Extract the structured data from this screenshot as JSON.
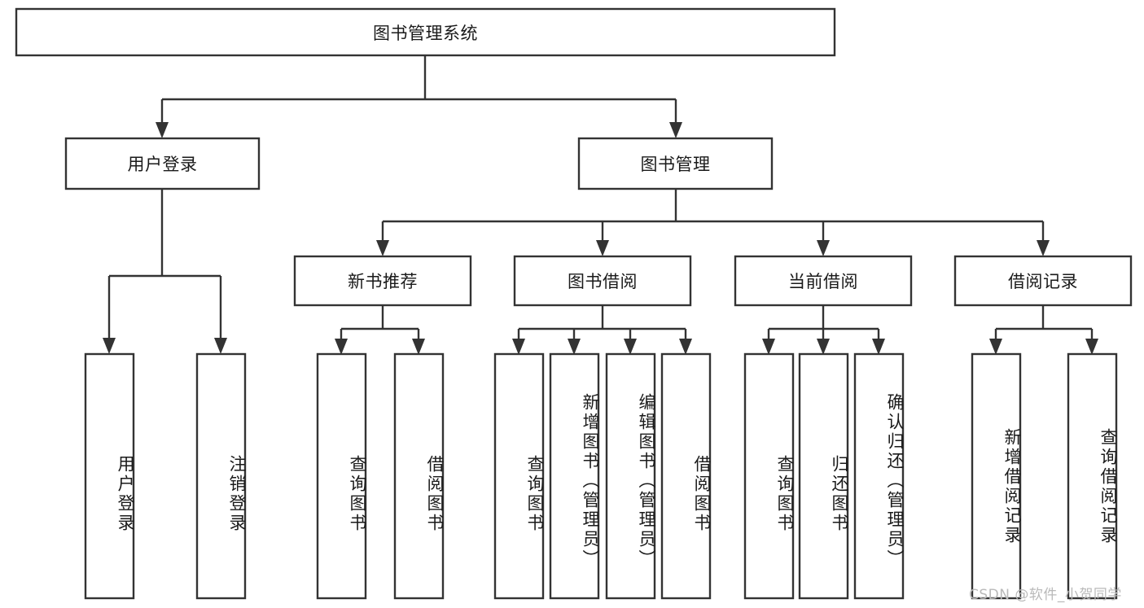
{
  "diagram": {
    "type": "tree-hierarchy-chart",
    "title": "图书管理系统",
    "orientation": "top-down",
    "box_fill": "#ffffff",
    "box_stroke": "#333333",
    "text_color": "#1a1a1a",
    "levels": 4,
    "nodes": {
      "root": {
        "label": "图书管理系统"
      },
      "level2": [
        {
          "label": "用户登录"
        },
        {
          "label": "图书管理"
        }
      ],
      "level3": [
        {
          "label": "新书推荐"
        },
        {
          "label": "图书借阅"
        },
        {
          "label": "当前借阅"
        },
        {
          "label": "借阅记录"
        }
      ],
      "leaves_user_login": [
        {
          "label": "用户登录"
        },
        {
          "label": "注销登录"
        }
      ],
      "leaves_new_book": [
        {
          "label": "查询图书"
        },
        {
          "label": "借阅图书"
        }
      ],
      "leaves_borrow": [
        {
          "label": "查询图书"
        },
        {
          "label": "新增图书（管理员）"
        },
        {
          "label": "编辑图书（管理员）"
        },
        {
          "label": "借阅图书"
        }
      ],
      "leaves_current": [
        {
          "label": "查询图书"
        },
        {
          "label": "归还图书"
        },
        {
          "label": "确认归还（管理员）"
        }
      ],
      "leaves_record": [
        {
          "label": "新增借阅记录"
        },
        {
          "label": "查询借阅记录"
        }
      ]
    },
    "edges": [
      {
        "from": "图书管理系统",
        "to": "用户登录"
      },
      {
        "from": "图书管理系统",
        "to": "图书管理"
      },
      {
        "from": "用户登录",
        "to": "用户登录"
      },
      {
        "from": "用户登录",
        "to": "注销登录"
      },
      {
        "from": "图书管理",
        "to": "新书推荐"
      },
      {
        "from": "图书管理",
        "to": "图书借阅"
      },
      {
        "from": "图书管理",
        "to": "当前借阅"
      },
      {
        "from": "图书管理",
        "to": "借阅记录"
      },
      {
        "from": "新书推荐",
        "to": "查询图书"
      },
      {
        "from": "新书推荐",
        "to": "借阅图书"
      },
      {
        "from": "图书借阅",
        "to": "查询图书"
      },
      {
        "from": "图书借阅",
        "to": "新增图书（管理员）"
      },
      {
        "from": "图书借阅",
        "to": "编辑图书（管理员）"
      },
      {
        "from": "图书借阅",
        "to": "借阅图书"
      },
      {
        "from": "当前借阅",
        "to": "查询图书"
      },
      {
        "from": "当前借阅",
        "to": "归还图书"
      },
      {
        "from": "当前借阅",
        "to": "确认归还（管理员）"
      },
      {
        "from": "借阅记录",
        "to": "新增借阅记录"
      },
      {
        "from": "借阅记录",
        "to": "查询借阅记录"
      }
    ]
  },
  "watermark": {
    "text": "CSDN @软件_小贺同学"
  }
}
